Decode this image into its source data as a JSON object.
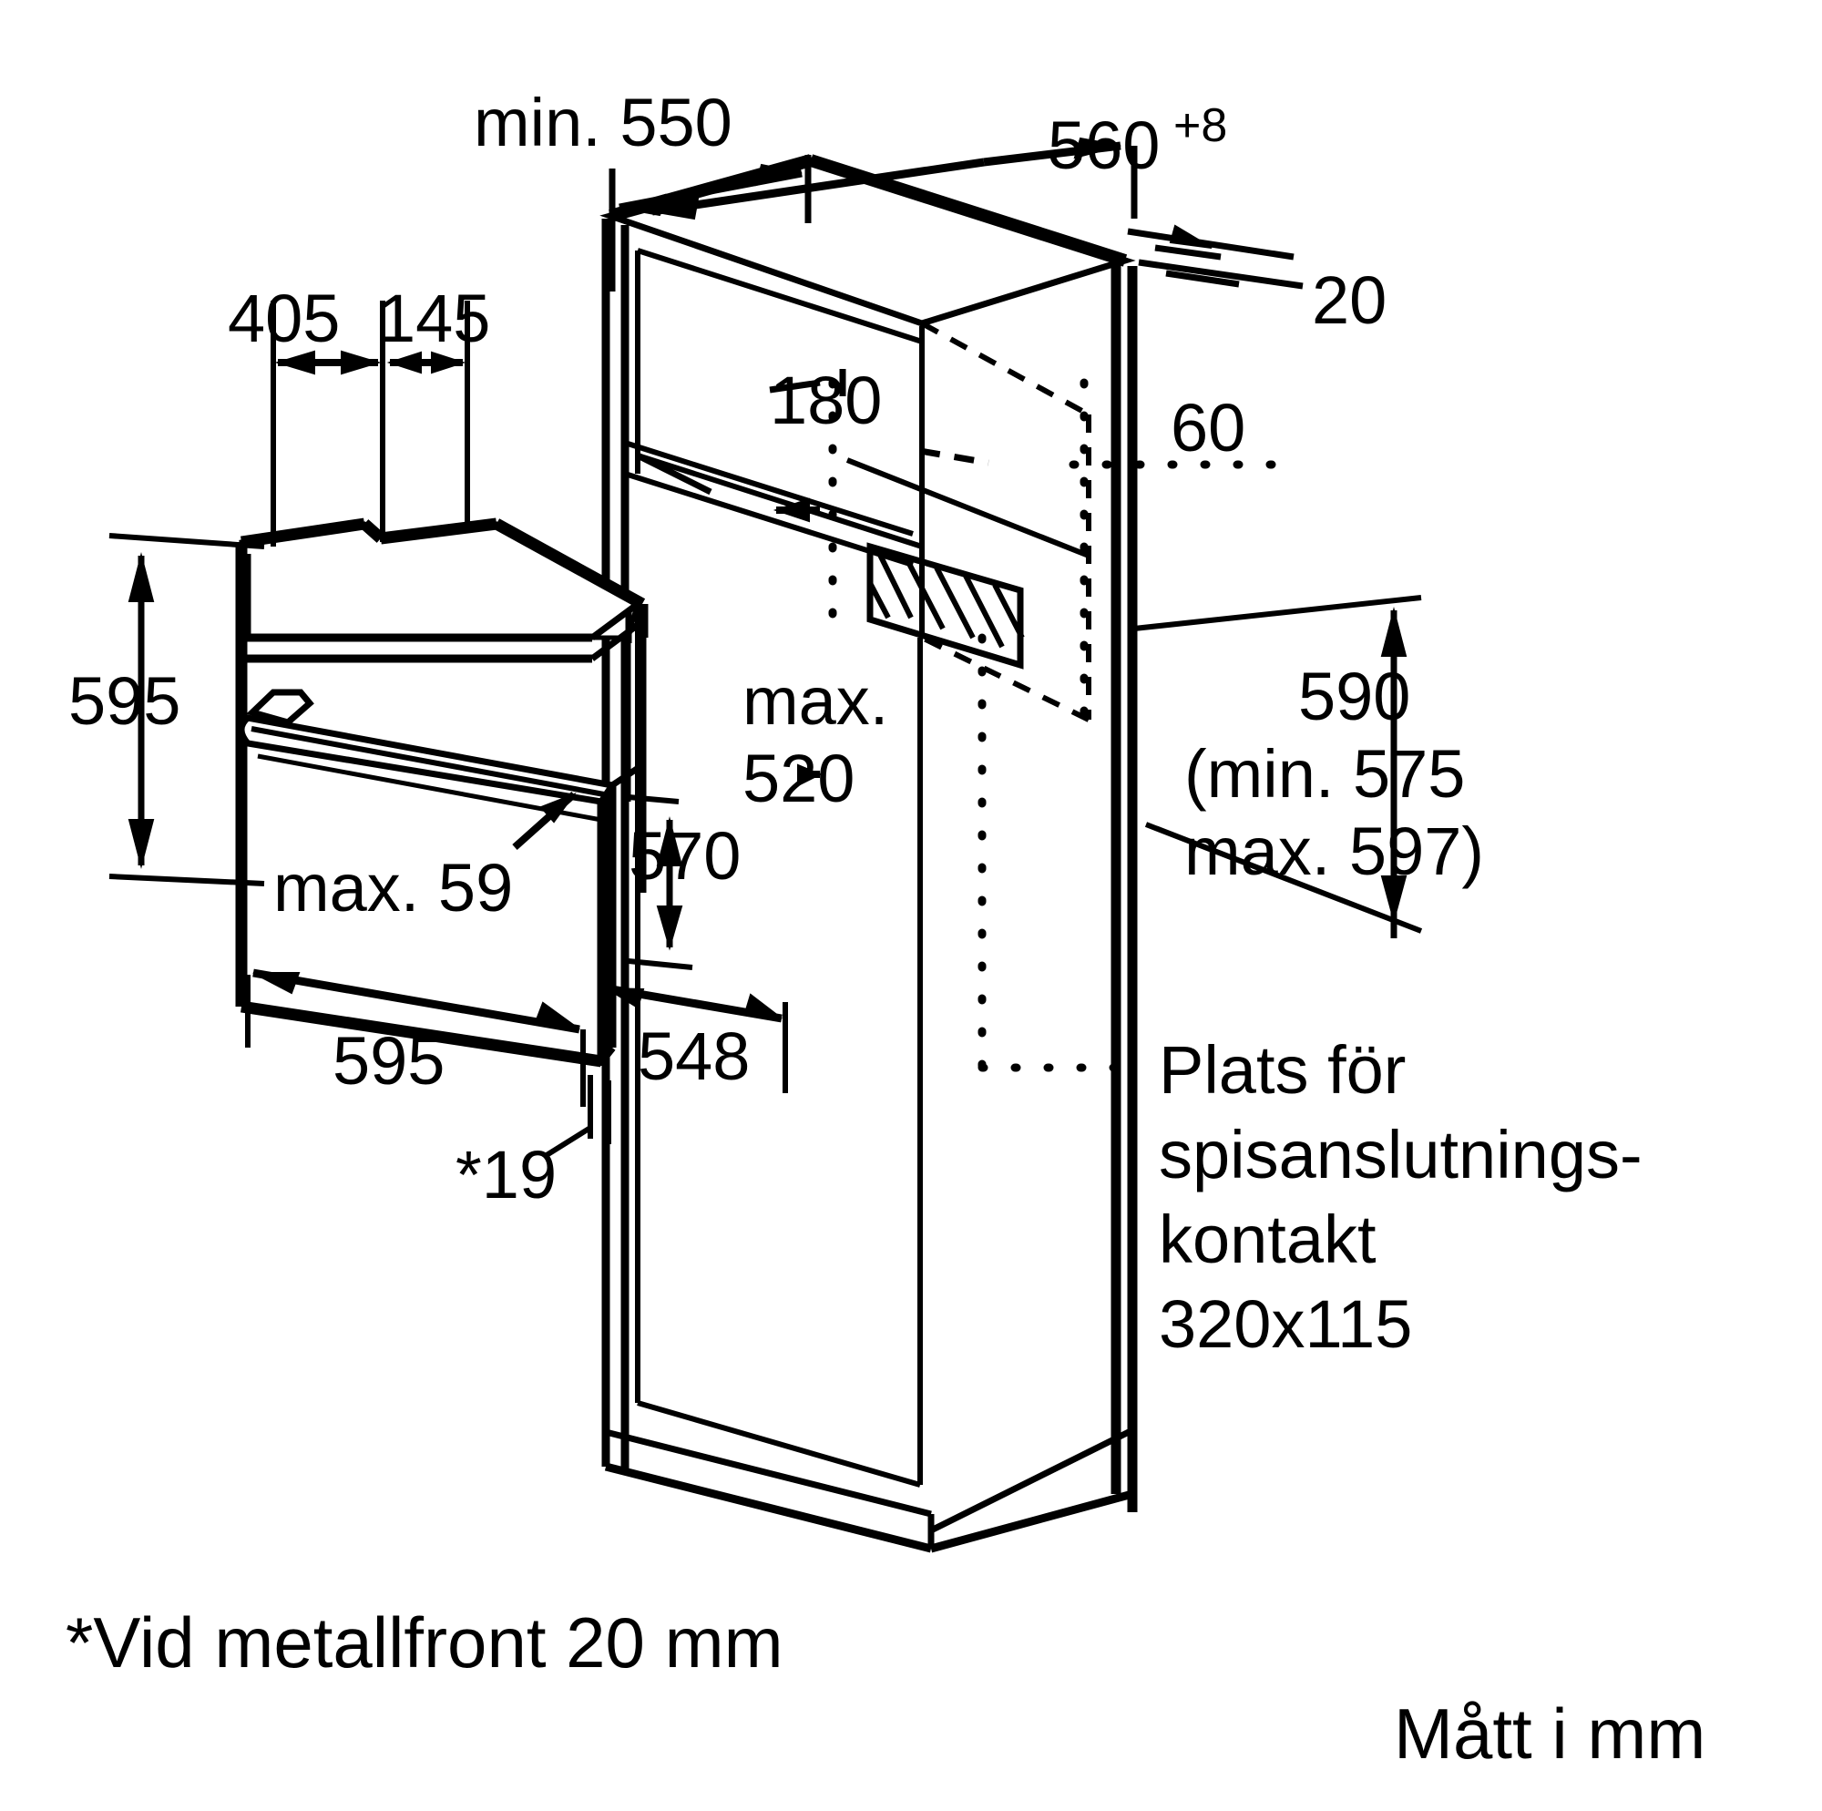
{
  "diagram": {
    "title": "Built-in oven installation dimensions",
    "units_note": "Mått i mm",
    "footnote": "*Vid metallfront 20 mm",
    "line_color": "#000000",
    "background_color": "#ffffff"
  },
  "dimensions": {
    "niche_depth_min": "min. 550",
    "niche_width": "560",
    "niche_width_tolerance": "+8",
    "top_offset": "20",
    "shelf_height": "180",
    "rear_cutout_offset": "60",
    "oven_height": "595",
    "oven_width": "595",
    "front_max_height": "max. 59",
    "body_depth": "570",
    "cabinet_inner_depth_max_label": "max.",
    "cabinet_inner_depth_max_value": "520",
    "niche_inner_width": "548",
    "front_thickness": "*19",
    "panel_left_offset": "405",
    "panel_right_offset": "145",
    "niche_height": "590",
    "niche_height_min": "(min. 575",
    "niche_height_max": "max. 597)"
  },
  "annotations": {
    "socket_label_line1": "Plats för",
    "socket_label_line2": "spisanslutnings-",
    "socket_label_line3": "kontakt",
    "socket_label_line4": "320x115"
  }
}
